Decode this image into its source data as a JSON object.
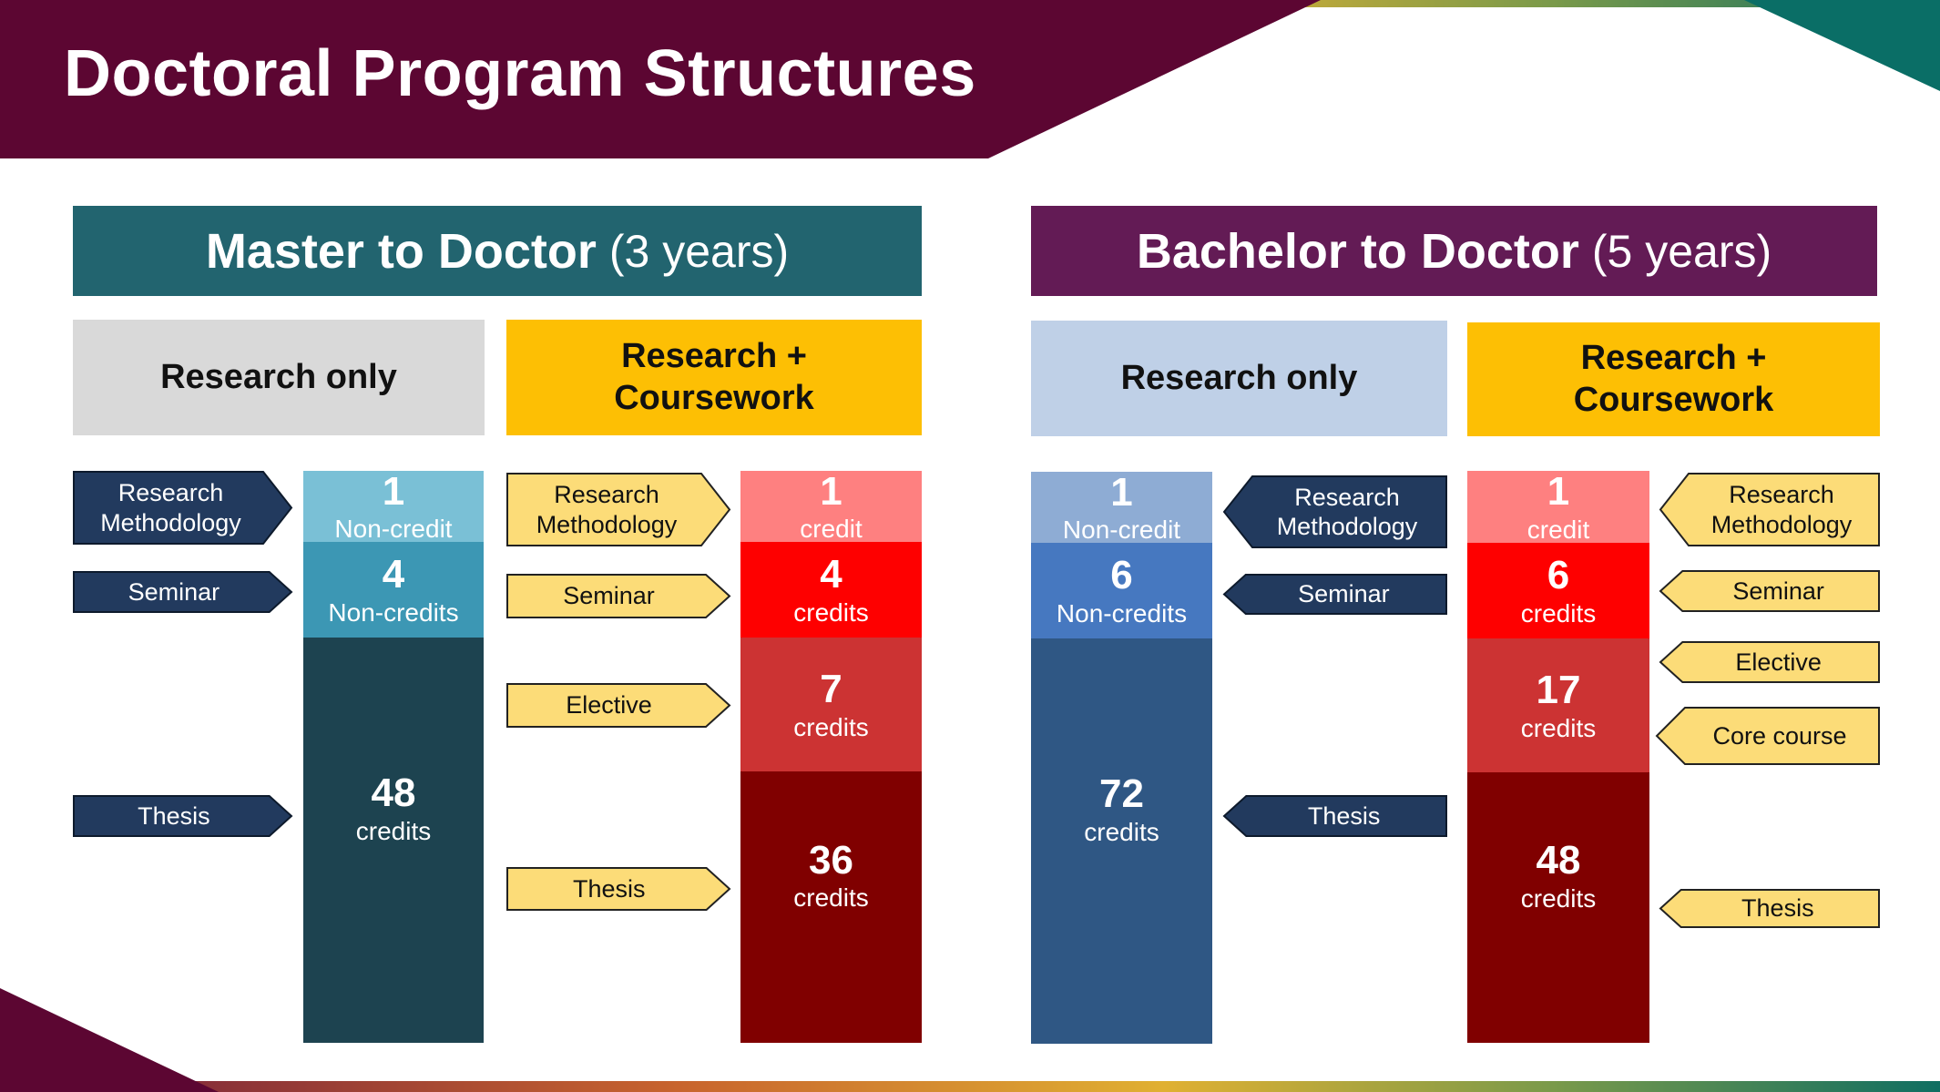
{
  "title": "Doctoral Program Structures",
  "colors": {
    "banner": "#5c0632",
    "teal_accent": "#0a6e66",
    "navy_tag": "#223a5e",
    "yellow_tag": "#fcdc78",
    "master_header": "#22646f",
    "bachelor_header": "#631b55"
  },
  "sections": [
    {
      "title": "Master to Doctor",
      "duration": "(3 years)",
      "research_only": {
        "heading": "Research only",
        "blocks": [
          {
            "number": "1",
            "unit": "Non-credit"
          },
          {
            "number": "4",
            "unit": "Non-credits"
          },
          {
            "number": "48",
            "unit": "credits"
          }
        ],
        "tags": [
          "Research Methodology",
          "Seminar",
          "Thesis"
        ]
      },
      "research_coursework": {
        "heading": "Research + Coursework",
        "blocks": [
          {
            "number": "1",
            "unit": "credit"
          },
          {
            "number": "4",
            "unit": "credits"
          },
          {
            "number": "7",
            "unit": "credits"
          },
          {
            "number": "36",
            "unit": "credits"
          }
        ],
        "tags": [
          "Research Methodology",
          "Seminar",
          "Elective",
          "Thesis"
        ]
      }
    },
    {
      "title": "Bachelor to Doctor",
      "duration": "(5 years)",
      "research_only": {
        "heading": "Research only",
        "blocks": [
          {
            "number": "1",
            "unit": "Non-credit"
          },
          {
            "number": "6",
            "unit": "Non-credits"
          },
          {
            "number": "72",
            "unit": "credits"
          }
        ],
        "tags": [
          "Research Methodology",
          "Seminar",
          "Thesis"
        ]
      },
      "research_coursework": {
        "heading": "Research + Coursework",
        "blocks": [
          {
            "number": "1",
            "unit": "credit"
          },
          {
            "number": "6",
            "unit": "credits"
          },
          {
            "number": "17",
            "unit": "credits"
          },
          {
            "number": "48",
            "unit": "credits"
          }
        ],
        "tags": [
          "Research Methodology",
          "Seminar",
          "Elective",
          "Core course",
          "Thesis"
        ]
      }
    }
  ]
}
